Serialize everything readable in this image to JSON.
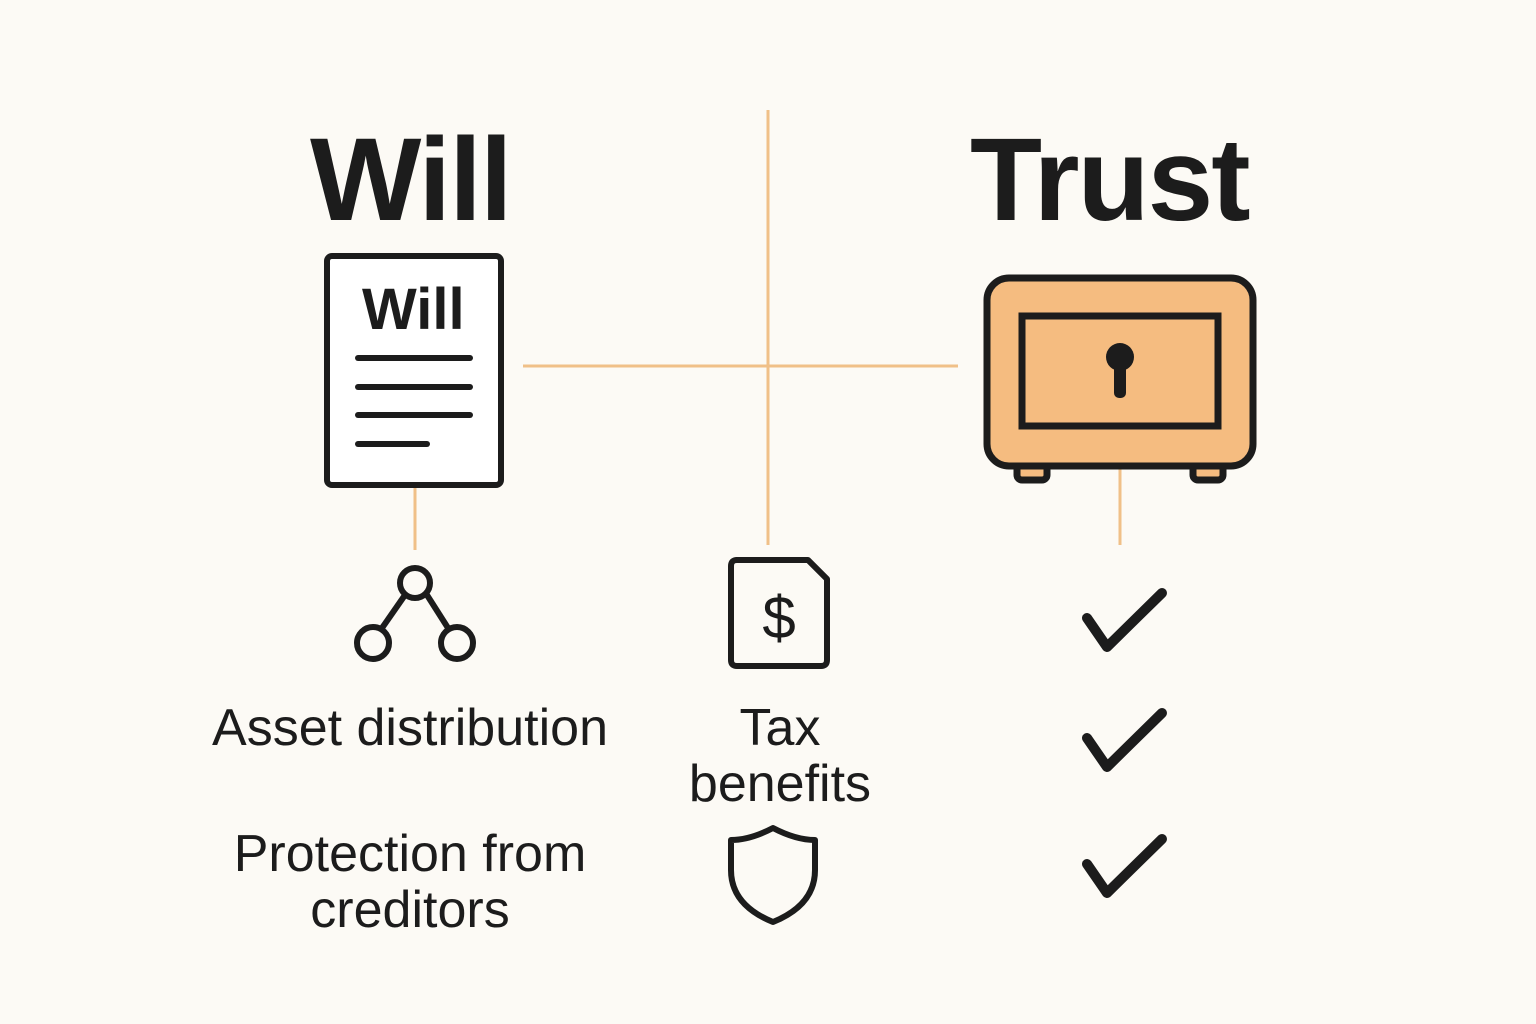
{
  "left_title": "Will",
  "right_title": "Trust",
  "document_heading": "Will",
  "features": {
    "asset_distribution": "Asset distribution",
    "tax_benefits": "Tax benefits",
    "protection": "Protection from creditors"
  },
  "colors": {
    "accent": "#f5bc80",
    "line": "#f0c088",
    "ink": "#1c1c1c"
  }
}
